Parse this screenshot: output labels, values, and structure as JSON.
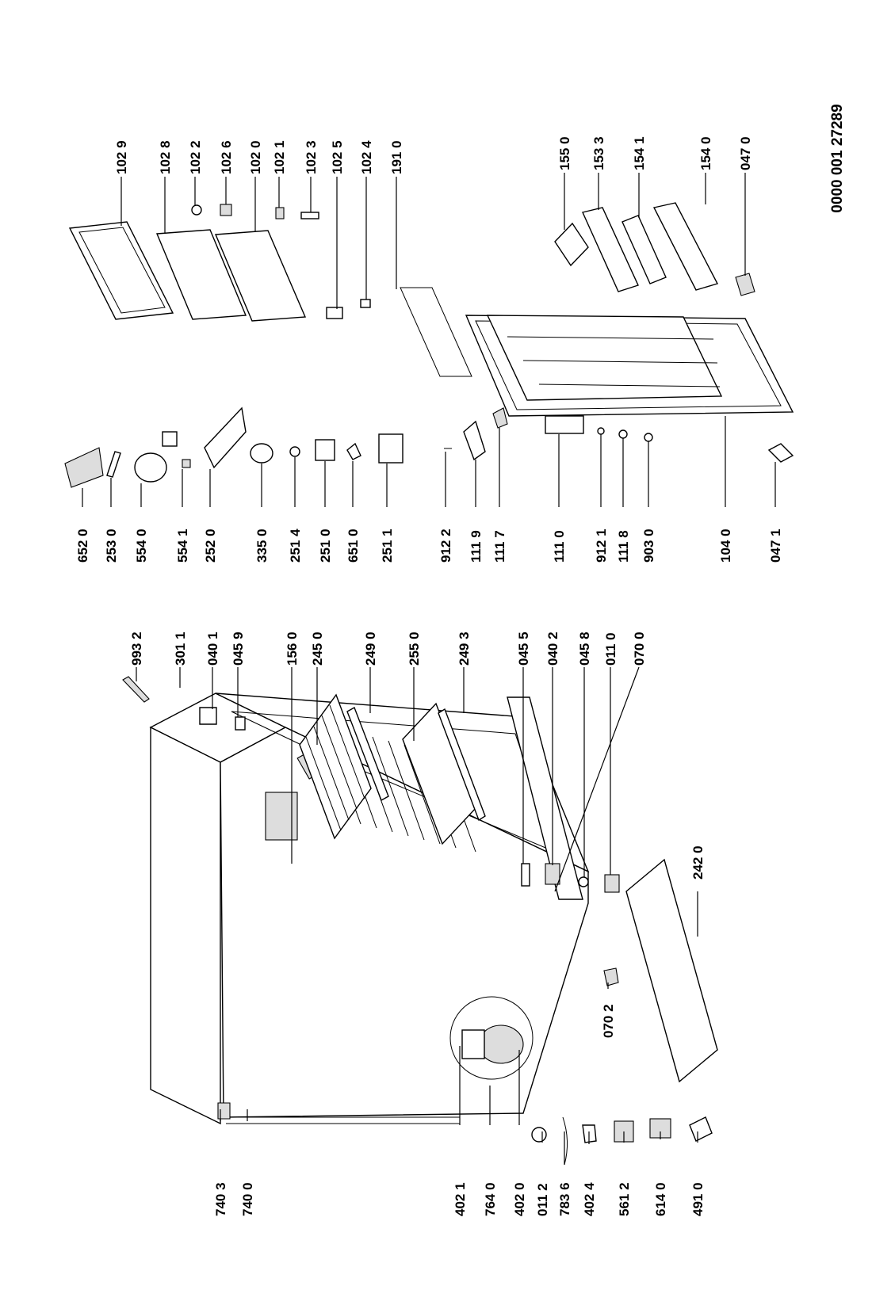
{
  "document_number": "0000 001 27289",
  "labels": {
    "l9932": "993 2",
    "l3011": "301 1",
    "l0401": "040 1",
    "l0459": "045 9",
    "l1560": "156 0",
    "l2450": "245 0",
    "l2490": "249 0",
    "l2550": "255 0",
    "l2493": "249 3",
    "l0455": "045 5",
    "l0402": "040 2",
    "l0458": "045 8",
    "l0110": "011 0",
    "l0700": "070 0",
    "l2420": "242 0",
    "l0702": "070 2",
    "l7403": "740 3",
    "l7400": "740 0",
    "l4021": "402 1",
    "l7640": "764 0",
    "l4020": "402 0",
    "l0112": "011 2",
    "l7836": "783 6",
    "l4024": "402 4",
    "l5612": "561 2",
    "l6140": "614 0",
    "l4910": "491 0",
    "l6520": "652 0",
    "l2530": "253 0",
    "l5540": "554 0",
    "l5541": "554 1",
    "l2520": "252 0",
    "l3350": "335 0",
    "l2514": "251 4",
    "l2510": "251 0",
    "l6510": "651 0",
    "l2511": "251 1",
    "l9122": "912 2",
    "l1119": "111 9",
    "l1117": "111 7",
    "l1110": "111 0",
    "l9121": "912 1",
    "l1118": "111 8",
    "l9030": "903 0",
    "l1040": "104 0",
    "l0471": "047 1",
    "l1029": "102 9",
    "l1028": "102 8",
    "l1022": "102 2",
    "l1026": "102 6",
    "l1020": "102 0",
    "l1021": "102 1",
    "l1023": "102 3",
    "l1025": "102 5",
    "l1024": "102 4",
    "l1910": "191 0",
    "l1550": "155 0",
    "l1533": "153 3",
    "l1541": "154 1",
    "l1540": "154 0",
    "l0470": "047 0"
  }
}
